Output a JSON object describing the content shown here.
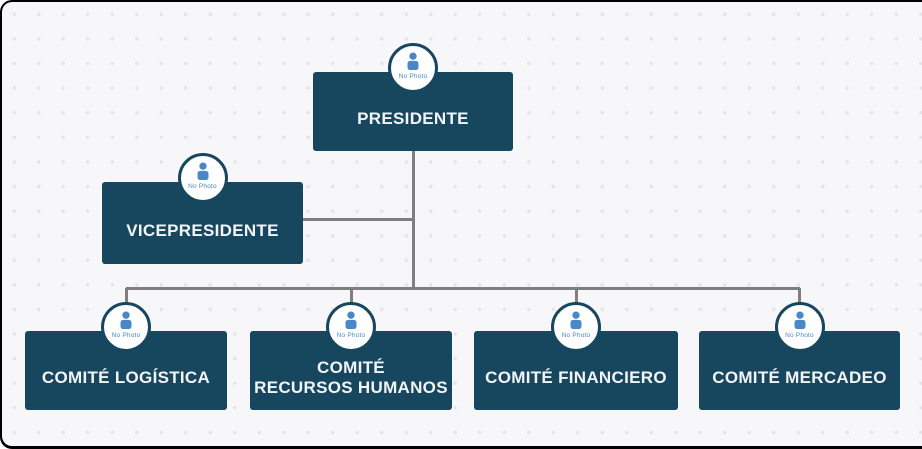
{
  "org_chart": {
    "avatar_label": "No Photo",
    "colors": {
      "node_background": "#17465f",
      "node_text": "#f3f4f6",
      "avatar_icon": "#4a87c7",
      "connector": "#7f7f7f",
      "canvas_background": "#f7f7f9",
      "canvas_dots": "#e3e3e9",
      "frame_border": "#000000"
    },
    "nodes": [
      {
        "id": "presidente",
        "label": "PRESIDENTE",
        "parent": null
      },
      {
        "id": "vicepresidente",
        "label": "VICEPRESIDENTE",
        "parent": "presidente"
      },
      {
        "id": "comite-logistica",
        "label": "COMITÉ LOGÍSTICA",
        "parent": "presidente"
      },
      {
        "id": "comite-recursos-humanos",
        "label": "COMITÉ\nRECURSOS HUMANOS",
        "parent": "presidente"
      },
      {
        "id": "comite-financiero",
        "label": "COMITÉ FINANCIERO",
        "parent": "presidente"
      },
      {
        "id": "comite-mercadeo",
        "label": "COMITÉ MERCADEO",
        "parent": "presidente"
      }
    ]
  }
}
